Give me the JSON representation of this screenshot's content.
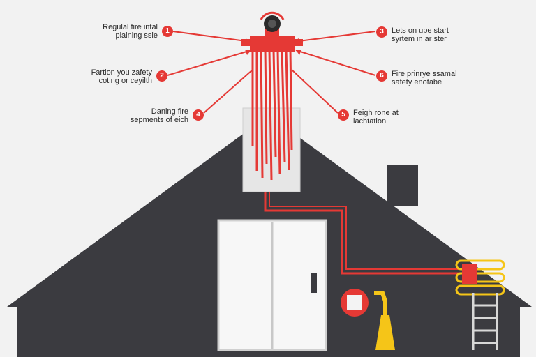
{
  "colors": {
    "background": "#f2f2f2",
    "roof": "#3b3b40",
    "accent_red": "#e53935",
    "yellow": "#f5c518",
    "panel": "#e8e8e8",
    "door": "#f7f7f7"
  },
  "callouts": [
    {
      "number": "1",
      "line1": "Regulal fire intal",
      "line2": "plaining ssle"
    },
    {
      "number": "2",
      "line1": "Fartion you zafety",
      "line2": "coting or ceyilth"
    },
    {
      "number": "4",
      "line1": "Daning fire",
      "line2": "sepments of eich"
    },
    {
      "number": "3",
      "line1": "Lets on upe start",
      "line2": "syrtem in ar ster"
    },
    {
      "number": "6",
      "line1": "Fire prinrye ssamal",
      "line2": "safety enotabe"
    },
    {
      "number": "5",
      "line1": "Feigh rone at",
      "line2": "lachtation"
    }
  ],
  "icons": {
    "top": "sprinkler-head-icon",
    "wall_box": "fire-alarm-pull-box-icon",
    "heater": "heating-coil-icon",
    "ladder": "ladder-icon",
    "extinguisher": "extinguisher-nozzle-icon"
  }
}
